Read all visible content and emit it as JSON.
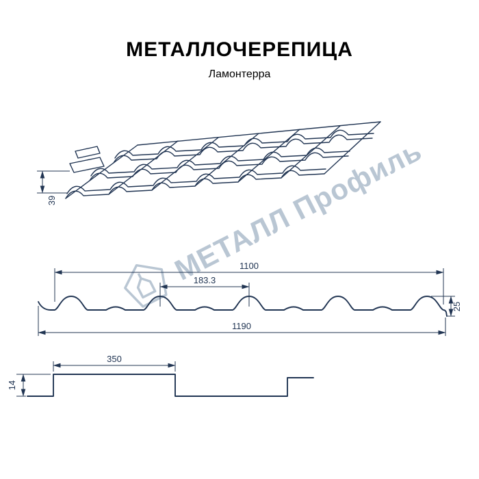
{
  "header": {
    "title": "МЕТАЛЛОЧЕРЕПИЦА",
    "subtitle": "Ламонтерра"
  },
  "watermark": {
    "brand_text": "МЕТАЛЛ Профиль",
    "logo_icon": "metall-profil-pentagon-logo"
  },
  "drawings": {
    "perspective_view": {
      "profile_height": "39"
    },
    "cross_section": {
      "cover_width": "1100",
      "wave_step": "183.3",
      "wave_height": "25",
      "overall_width": "1190"
    },
    "step_profile": {
      "module_length": "350",
      "step_height": "14"
    }
  },
  "colors": {
    "line_color": "#203452",
    "watermark_color": "#b9c6d3",
    "title_color": "#000000",
    "background": "#ffffff"
  }
}
